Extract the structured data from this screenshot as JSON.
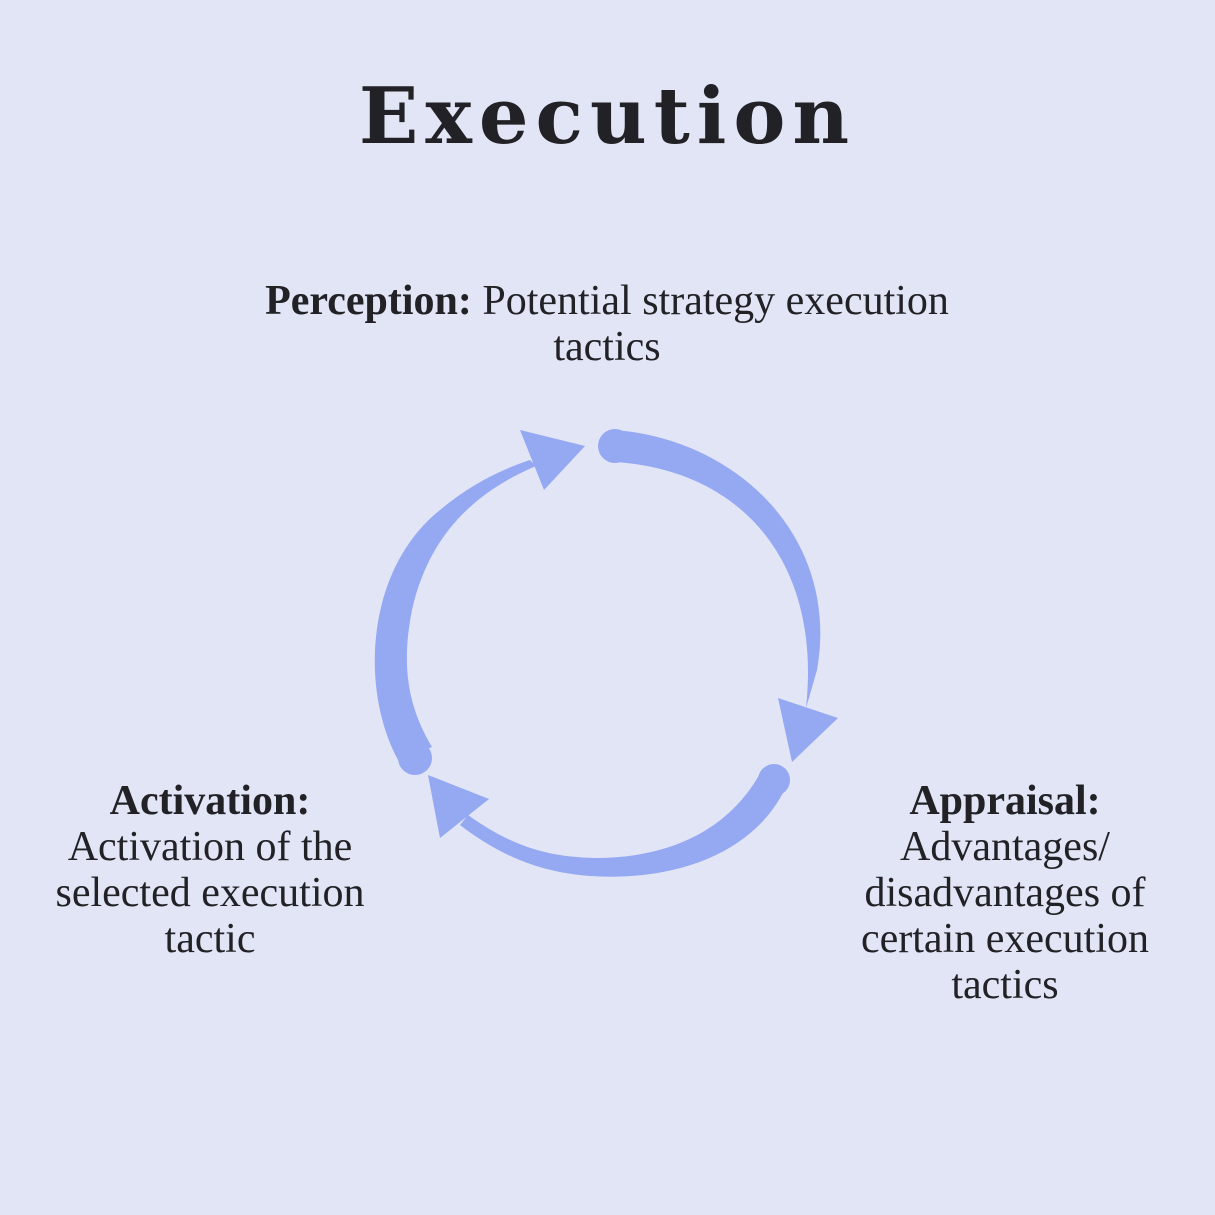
{
  "title": "Execution",
  "nodes": {
    "perception": {
      "heading": "Perception:",
      "text": "Potential strategy execution tactics"
    },
    "appraisal": {
      "heading": "Appraisal:",
      "text": "Advantages/ disadvantages of certain execution tactics"
    },
    "activation": {
      "heading": "Activation:",
      "text": "Activation of the selected execution tactic"
    }
  },
  "colors": {
    "background": "#e1e5f6",
    "arrow": "#95a8f2",
    "text": "#222226"
  }
}
